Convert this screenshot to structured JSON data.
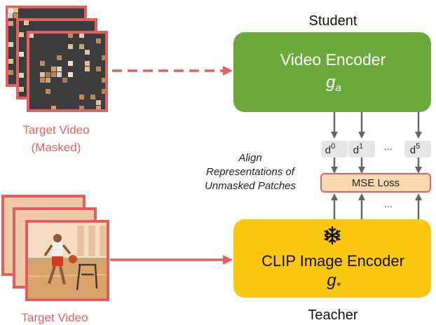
{
  "student": {
    "heading": "Student",
    "encoder_label": "Video Encoder",
    "encoder_symbol": "g",
    "encoder_subscript": "a"
  },
  "teacher": {
    "heading": "Teacher",
    "encoder_label": "CLIP Image Encoder",
    "encoder_symbol": "g",
    "encoder_subscript": "*",
    "frozen_icon": "snowflake-icon"
  },
  "inputs": {
    "masked_caption_line1": "Target Video",
    "masked_caption_line2": "(Masked)",
    "unmasked_caption": "Target Video"
  },
  "alignment": {
    "note_line1": "Align",
    "note_line2": "Representations of",
    "note_line3": "Unmasked Patches",
    "loss_label": "MSE Loss",
    "ellipsis": "..."
  },
  "features": [
    {
      "base": "d",
      "sup": "0"
    },
    {
      "base": "d",
      "sup": "1"
    },
    {
      "base": "d",
      "sup": "5"
    }
  ],
  "colors": {
    "student_box": "#6aaa3a",
    "teacher_box": "#fbc711",
    "frame_border": "#e06060",
    "caption": "#e06060",
    "loss_fill": "#fbd9b0",
    "loss_border": "#e06060",
    "feature_fill": "#e6e6e6",
    "arrow": "#666666",
    "red_arrow": "#e06060"
  }
}
